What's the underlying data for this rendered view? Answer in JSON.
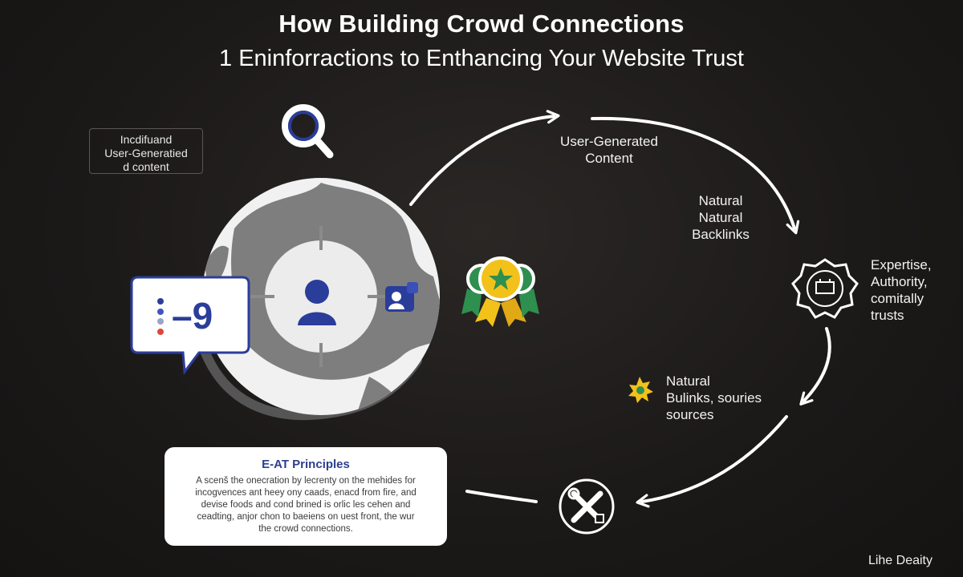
{
  "header": {
    "title": "How Building Crowd Connections",
    "subtitle": "1 Eninforractions to Enthancing Your Website Trust"
  },
  "top_left_box": {
    "lines": [
      "Incdifuand",
      "User-Generatied",
      "d content"
    ]
  },
  "cycle_labels": {
    "ugc": [
      "User-Generated",
      "Content"
    ],
    "backlinks": [
      "Natural",
      "Natural",
      "Backlinks"
    ],
    "eat": [
      "Expertise,",
      "Authority,",
      "comitally",
      "trusts"
    ],
    "sources": [
      "Natural",
      "Bulinks, souries",
      "sources"
    ]
  },
  "chat_bubble": {
    "text": "–9"
  },
  "eat_card": {
    "title": "E-AT Principles",
    "lines": [
      "A scenš the onecration by lecrenty on the mehides for",
      "incogvences ant heey ony caads, enacd from fire, and",
      "devise foods and cond brined is orlic les cehen and",
      "ceadting, anjor chon to baeiens on uest front, the wur",
      "the crowd connections."
    ]
  },
  "footer": {
    "text": "Lihe Deaity"
  },
  "icons": {
    "search": "magnifier-icon",
    "user": "user-icon",
    "award": "award-ribbon-icon",
    "seal": "badge-seal-icon",
    "star": "star-burst-icon",
    "tools": "tools-icon",
    "profile": "profile-card-icon"
  },
  "colors": {
    "background": "#1b1918",
    "globe_land": "#7c7c7c",
    "globe_sea": "#f2f2f2",
    "accent_blue": "#2b3d9a",
    "ribbon_green": "#2f8f4e",
    "ribbon_gold": "#f2c21b",
    "dot_red": "#e0453a"
  }
}
